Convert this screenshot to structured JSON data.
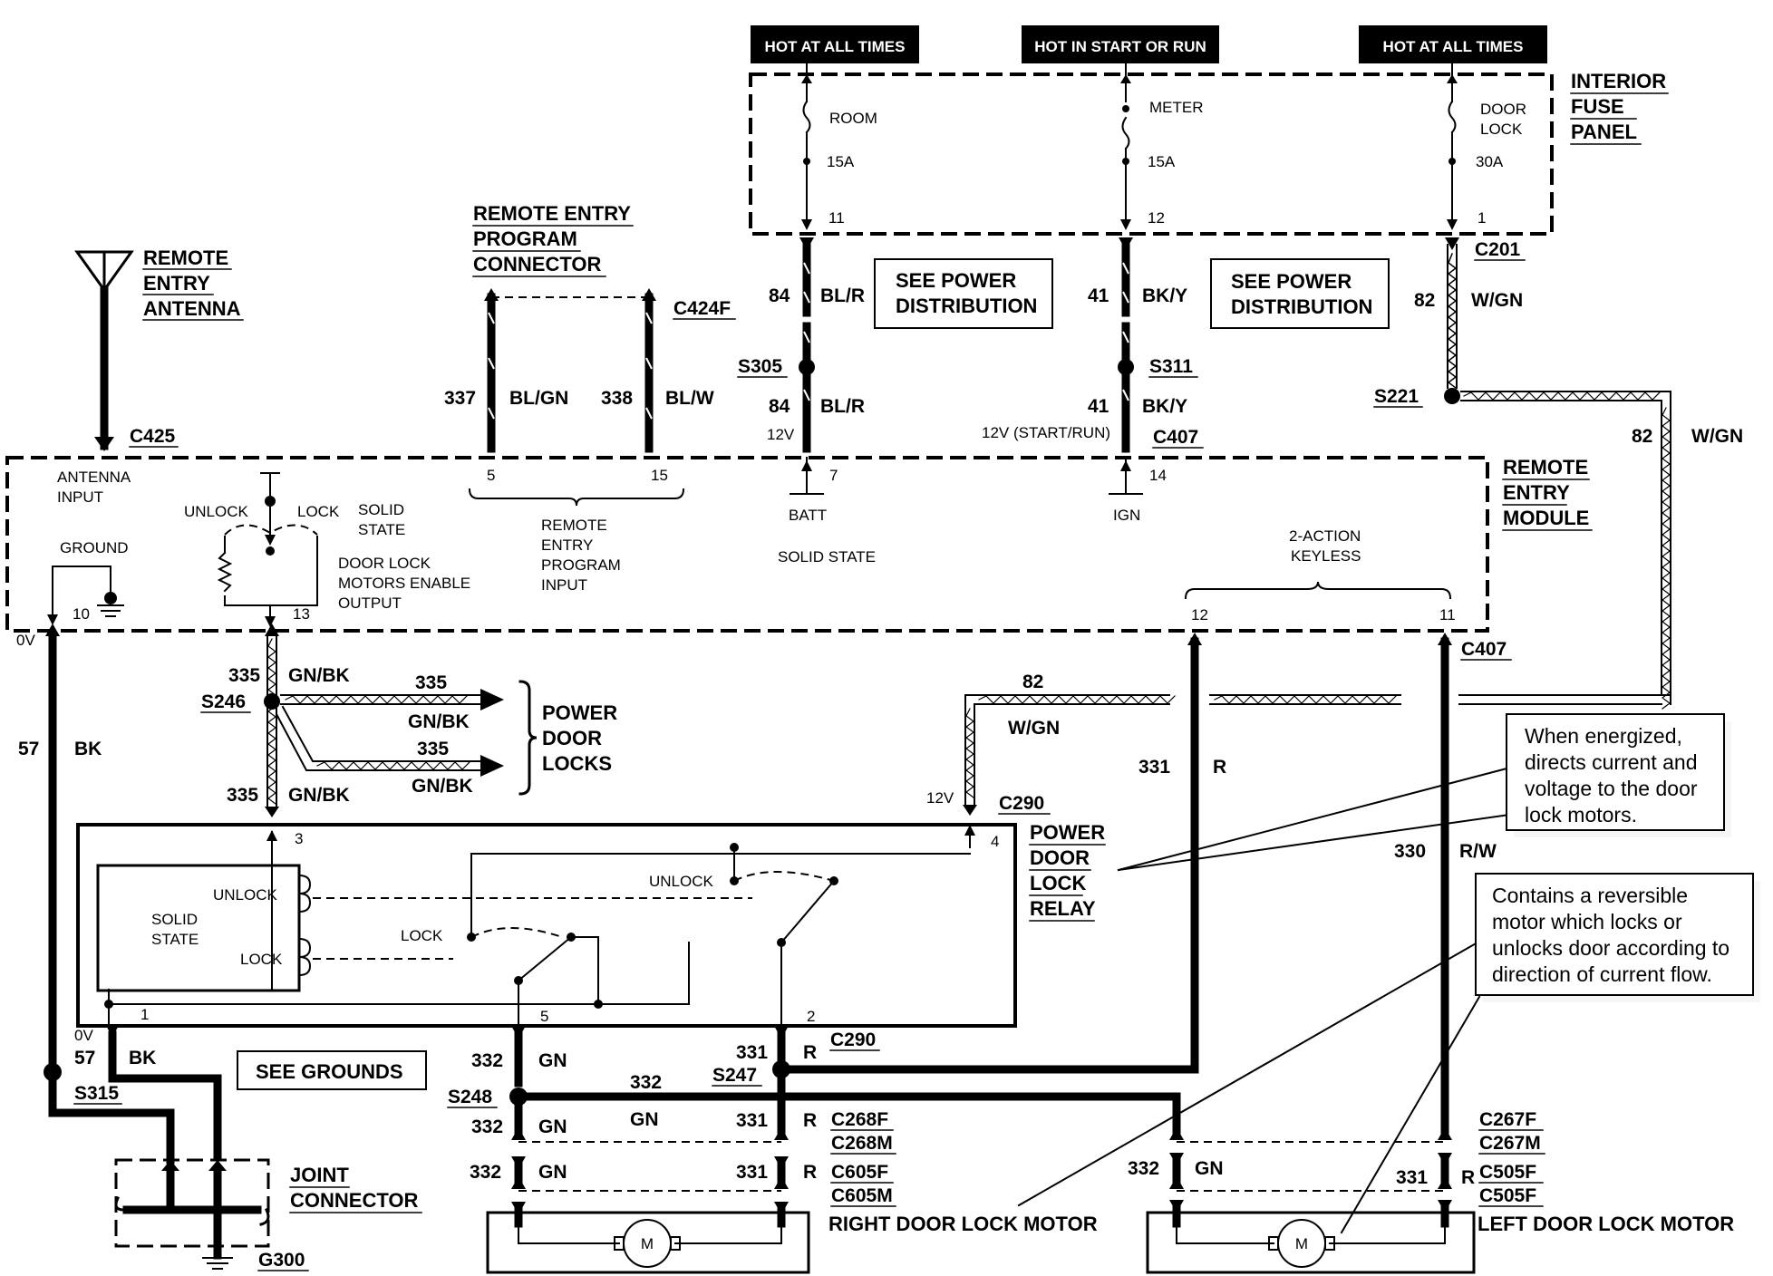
{
  "fuse_panel": {
    "hot_labels": [
      "HOT AT ALL TIMES",
      "HOT IN START OR RUN",
      "HOT AT ALL TIMES"
    ],
    "title": [
      "INTERIOR",
      "FUSE",
      "PANEL"
    ],
    "fuses": [
      {
        "name": [
          "ROOM"
        ],
        "rating": "15A",
        "pin": "11"
      },
      {
        "name": [
          "METER"
        ],
        "rating": "15A",
        "pin": "12"
      },
      {
        "name": [
          "DOOR",
          "LOCK"
        ],
        "rating": "30A",
        "pin": "1"
      }
    ],
    "connector": "C201"
  },
  "antenna": {
    "title": [
      "REMOTE",
      "ENTRY",
      "ANTENNA"
    ],
    "connector": "C425"
  },
  "program_connector": {
    "title": [
      "REMOTE ENTRY",
      "PROGRAM",
      "CONNECTOR"
    ],
    "connector": "C424F",
    "left_circuit": "337",
    "left_color": "BL/GN",
    "right_circuit": "338",
    "right_color": "BL/W"
  },
  "power_feeds": {
    "batt_circuit": "84",
    "batt_color": "BL/R",
    "batt_splice": "S305",
    "ign_circuit": "41",
    "ign_color": "BK/Y",
    "ign_splice": "S311",
    "see_power": [
      "SEE POWER",
      "DISTRIBUTION"
    ],
    "dl_circuit": "82",
    "dl_color": "W/GN",
    "dl_splice": "S221",
    "v12": "12V",
    "v12_startrun": "12V (START/RUN)",
    "module_connector": "C407"
  },
  "module": {
    "title": [
      "REMOTE",
      "ENTRY",
      "MODULE"
    ],
    "antenna_input": [
      "ANTENNA",
      "INPUT"
    ],
    "ground": "GROUND",
    "unlock": "UNLOCK",
    "lock": "LOCK",
    "solid_state": [
      "SOLID",
      "STATE"
    ],
    "enable": [
      "DOOR LOCK",
      "MOTORS ENABLE",
      "OUTPUT"
    ],
    "program_input": [
      "REMOTE",
      "ENTRY",
      "PROGRAM",
      "INPUT"
    ],
    "batt": "BATT",
    "ign": "IGN",
    "solid_state_center": "SOLID STATE",
    "keyless": [
      "2-ACTION",
      "KEYLESS"
    ],
    "pins": {
      "p5": "5",
      "p15": "15",
      "p7": "7",
      "p14": "14",
      "p10": "10",
      "p13": "13",
      "p12": "12",
      "p11": "11"
    },
    "zero_v": "0V",
    "connector": "C407"
  },
  "ground_side": {
    "circuit": "57",
    "color": "BK",
    "splice": "S315",
    "zero_v": "0V",
    "see_grounds": "SEE GROUNDS",
    "joint": [
      "JOINT",
      "CONNECTOR"
    ],
    "ground_id": "G300"
  },
  "locks_feed": {
    "circuit": "335",
    "color": "GN/BK",
    "splice": "S246",
    "title": [
      "POWER",
      "DOOR",
      "LOCKS"
    ]
  },
  "relay": {
    "title": [
      "POWER",
      "DOOR",
      "LOCK",
      "RELAY"
    ],
    "solid_state": [
      "SOLID",
      "STATE"
    ],
    "unlock": "UNLOCK",
    "lock": "LOCK",
    "pins": {
      "p1": "1",
      "p2": "2",
      "p3": "3",
      "p4": "4",
      "p5": "5"
    },
    "v12": "12V",
    "connector": "C290",
    "w82": "82",
    "w82_color": "W/GN"
  },
  "outputs": {
    "c331": "331",
    "c331_color": "R",
    "c330": "330",
    "c330_color": "R/W",
    "c332": "332",
    "c332_color": "GN",
    "s247": "S247",
    "s248": "S248",
    "c290": "C290"
  },
  "motors": {
    "right_connectors": [
      "C268F",
      "C268M",
      "C605F",
      "C605M"
    ],
    "left_connectors": [
      "C267F",
      "C267M",
      "C505F",
      "C505F"
    ],
    "right_title": "RIGHT DOOR LOCK MOTOR",
    "left_title": "LEFT DOOR LOCK MOTOR",
    "motor_symbol": "M"
  },
  "callouts": {
    "relay": [
      "When energized,",
      "directs current and",
      "voltage to the door",
      "lock motors."
    ],
    "motor": [
      "Contains a reversible",
      "motor which locks or",
      "unlocks door according to",
      "direction of current flow."
    ]
  }
}
